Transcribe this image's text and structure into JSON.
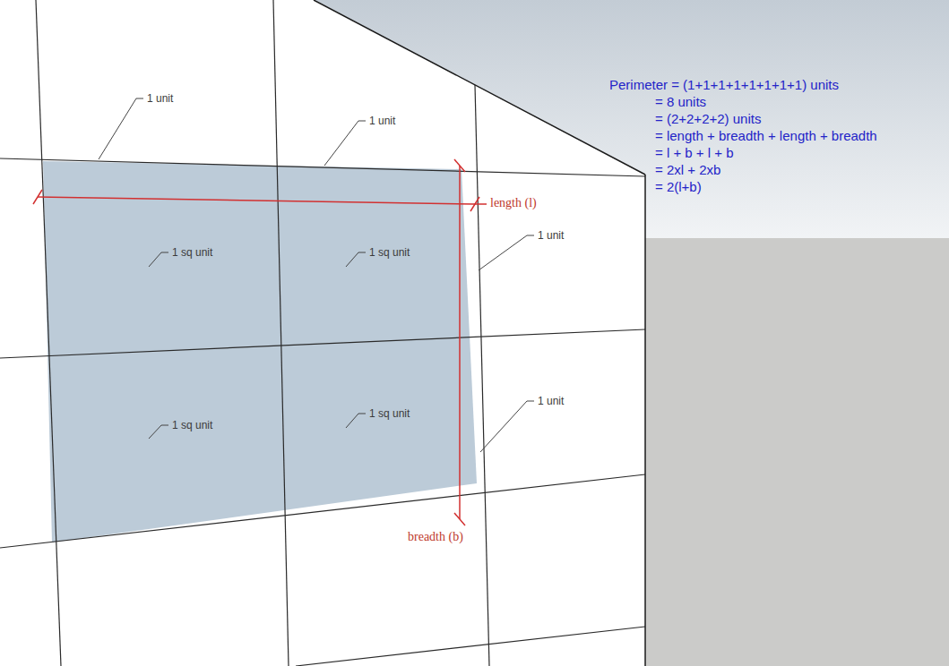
{
  "diagram": {
    "labels": [
      "1 unit",
      "1 unit",
      "1 sq unit",
      "1 sq unit",
      "1 unit",
      "length (l)",
      "1 sq unit",
      "1 sq unit",
      "1 unit",
      "breadth (b)",
      "Perimeter = (1+1+1+1+1+1+1+1) units",
      "= 8 units",
      "= (2+2+2+2) units",
      "= length + breadth + length + breadth",
      "= l + b + l + b",
      "= 2xl + 2xb",
      "= 2(l+b)"
    ]
  }
}
